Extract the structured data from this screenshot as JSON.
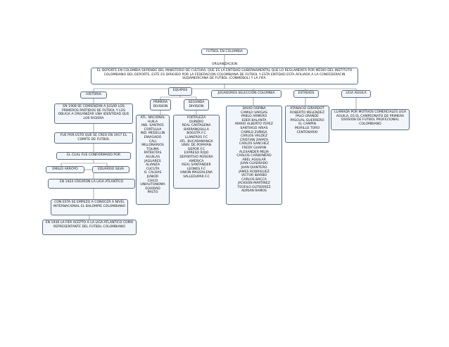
{
  "nodes": {
    "root": "FUTBOL EN COLOMBIA",
    "org_label": "ORGANIZACION",
    "org": "EL DEPORTE EN COLOMBIA DEPENDE DEL MINISTERIO DE CULTURA, QUE ES LA ENTIDAD GUBERNAMENTAL QUE LO REGLAMENTA POR MEDIO DEL INSTITUTO COLOMBIANO DEL DEPORTE, ESTE ES DIRIGIDO POR LA FEDERACION COLOMBIANA DE FUTBOL Y ESTA ENTIDAD ESTA AFILIADA A LA CONFEDERACIN SUDAMERICANA DE FUTBOL (CONMEBOL) Y LA FIFA.",
    "historia": "HISTORIA",
    "hist1": "EN 1908 SE COMIENZAN A JUGAR LOS PRIMEROS PARTIDOS DE FUTBOL Y LOS OBLIGA A ORGANIZAR UNA IDENTIDAD QUE LOS RIGIERA",
    "hist2": "FUE POR ESTO QUE SE CREO EN 1917 EL COMITE DE FUTBOL",
    "hist3": "EL CUAL FUE CONFORMADO POR",
    "emilio": "EMILIO ARROYO",
    "eduardo": "EDUARDO SILVA",
    "hist4": "EN 1924 CREARON LA LIGA ATLANTICO",
    "hist5": "CON ESTA SE EMPEZO A CONOCER A NIVEL INTERNACIONAL EL BALOMPIE COLOMBIANO",
    "hist6": "EN 1936 LA FIFA ACEPTO A LA LIGA ATLANTICO COMO REPRESENTANTE DEL FUTBOL COLOMBIANO",
    "equipos": "EQUIPOS",
    "primera": "PRIMERA DIVISION",
    "primera_list": "ATL. NACIONAL\nHUILA\nIND. SANTAFE\nCORTULUA\nIND. MEDELLIN\nENVIGADO\nCALI\nMILLONARIOS\nTOLIMA\nPATRIOTAS\nAGUILAS\nJAGUARES\nALIANZA\nCUCUTA\nO. CALDAS\nJUNIOR\nCHICO\nUNIAUTONOMA\nEQUIDAD\nPASTO",
    "segunda": "SEGUNDA DIVISION",
    "segunda_list": "FORTALEZA\nQUINDIO\nREAL CARTAGENA\nBARRANQUILLA\nBOGOTA F.C\nLLANEROS F.C\nATL. BUCARAMANGA\nUNIV. DE POPAYAN\nDEPOR F.C\nEXPRESO ROJO\nDEPORTIVO PEREIRA\nAMERICA\nREAL SANTANDER\nLEONES F.C\nUNION MAGDALENA\nVALLEDUPAR F.C",
    "jugadores": "JUGADORES SELECCION COLOMBIA",
    "jugadores_list": "DAVID OSPINA\nCAMILO VARGAS\nPABLO ARMERO\nEDER BALANTA\nMARIO ALBERTO YEPEZ\nSANTIAGO ARIAS\nCAMILO ZUÑIGA\nCARLOS VALDEZ\nCRISTIAN ZAPATA\nCARLOS SANCHEZ\nFREDY GUARIN\nALEXANDER MEJIA\nCARLOS CARBONERO\nABEL AGUILAR\nJUAN CUADRADO\nJUAN QUINTERO\nJAMES RODRIGUEZ\nVICTOR IBARBO\nCARLOS BACCA\nJACKSON MARTINEZ\nTEOFILO GUTIERREZ\nADRIAN RAMOS",
    "estadios": "ESTADIOS",
    "estadios_list": "ATANACIO GIRARDOT\nROBERTO MELENDEZ\nPALO GRANDE\nPASCUAL GUERRERO\nEL CAMPIN\nMURILLO TORO\nCENTENARIO",
    "liga": "LIGA AGUILA",
    "liga_desc": "LLAMADA POR MOTIVOS COMERCIALES LIGA AGUILA, ES EL CAMPEONATO DE PRIMERA DIVISION DE FUTBOL PROFECIONAL COLOMBIANO"
  }
}
